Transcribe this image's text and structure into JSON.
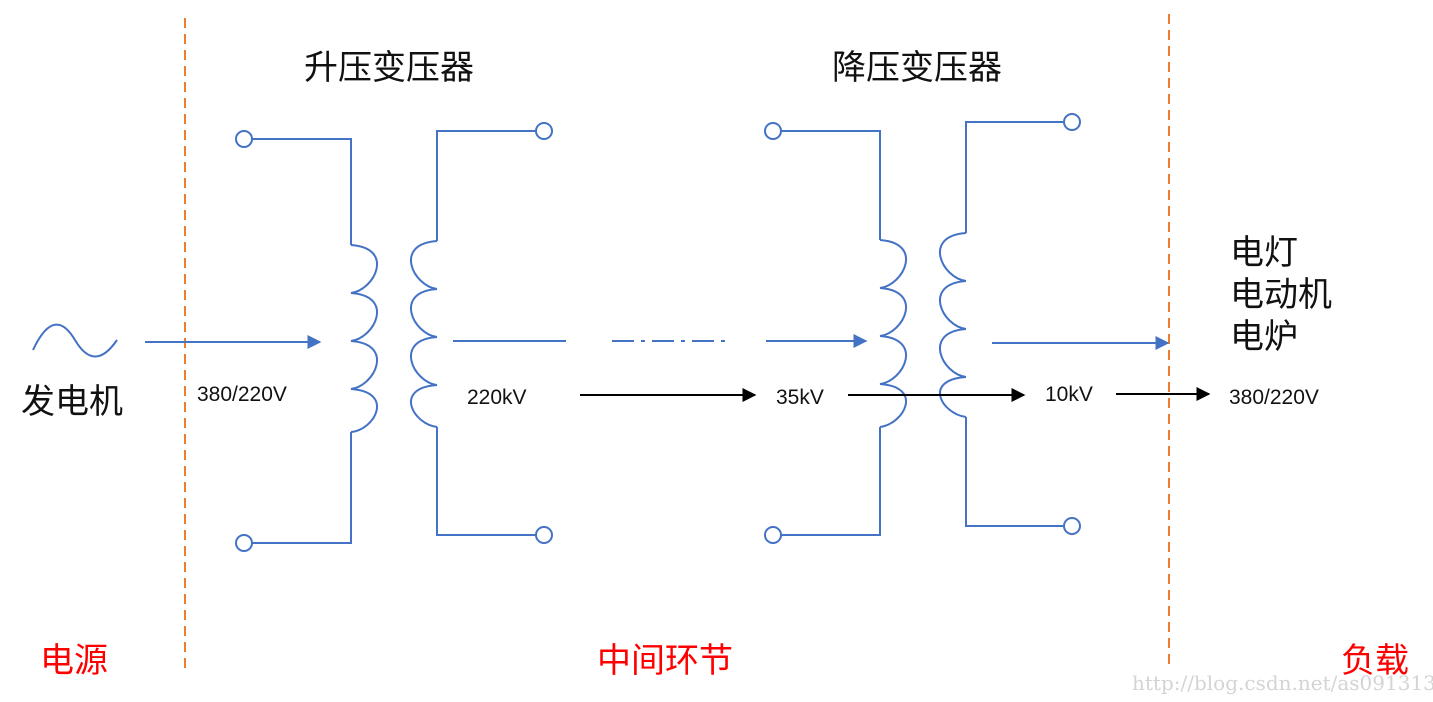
{
  "titles": {
    "step_up": "升压变压器",
    "step_down": "降压变压器"
  },
  "generator": {
    "symbol": "sine-wave-icon",
    "label": "发电机"
  },
  "voltages": {
    "v_gen": "380/220V",
    "v_trans": "220kV",
    "v_sub": "35kV",
    "v_dist": "10kV",
    "v_load": "380/220V"
  },
  "loads": [
    "电灯",
    "电动机",
    "电炉"
  ],
  "regions": {
    "source": "电源",
    "middle": "中间环节",
    "load": "负载"
  },
  "watermark": "http://blog.csdn.net/as091313",
  "colors": {
    "wire": "#4472c4",
    "divider": "#ed7d31",
    "region_text": "#ff0000",
    "arrow": "#000000"
  }
}
